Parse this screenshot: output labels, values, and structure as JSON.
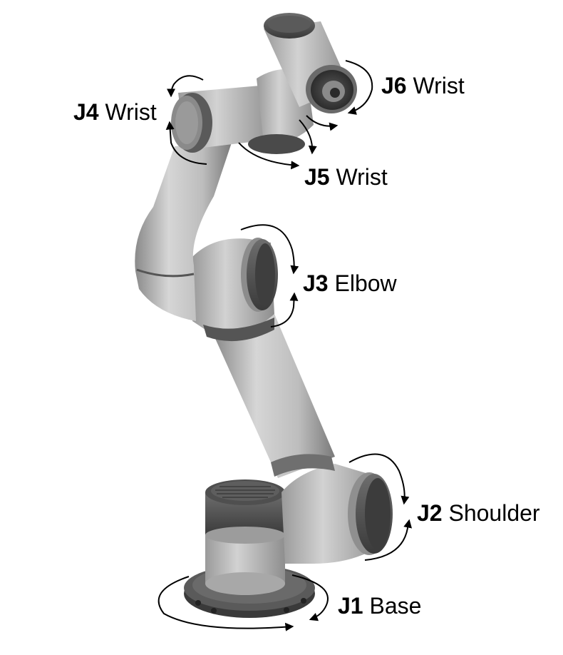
{
  "labels": {
    "j1": {
      "id": "J1",
      "name": "Base"
    },
    "j2": {
      "id": "J2",
      "name": "Shoulder"
    },
    "j3": {
      "id": "J3",
      "name": "Elbow"
    },
    "j4": {
      "id": "J4",
      "name": "Wrist"
    },
    "j5": {
      "id": "J5",
      "name": "Wrist"
    },
    "j6": {
      "id": "J6",
      "name": "Wrist"
    }
  },
  "colors": {
    "body_light": "#c9c9c9",
    "body_mid": "#a6a6a6",
    "body_shadow": "#7c7c7c",
    "joint_dark": "#4a4a4a",
    "joint_black": "#2a2a2a",
    "arrow": "#000000"
  }
}
